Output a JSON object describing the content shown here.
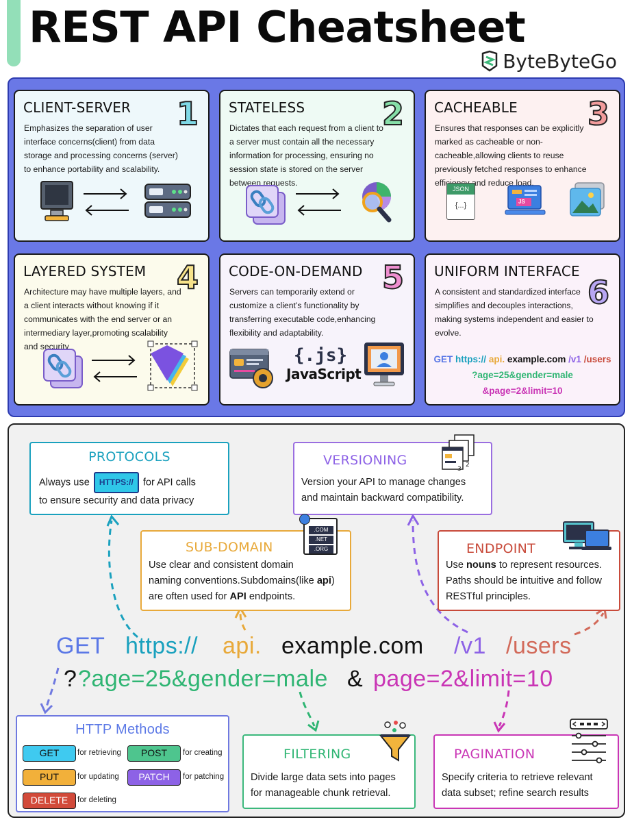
{
  "header": {
    "title": "REST API Cheatsheet",
    "brand": "ByteByteGo"
  },
  "principles": [
    {
      "num": "1",
      "title": "CLIENT-SERVER",
      "desc": "Emphasizes the separation of user interface concerns(client) from data storage and processing concerns (server) to enhance portability and scalability."
    },
    {
      "num": "2",
      "title": "STATELESS",
      "desc": "Dictates that each request from a client to a server must contain all the necessary information for processing, ensuring no session state is stored on the server between requests."
    },
    {
      "num": "3",
      "title": "CACHEABLE",
      "desc": "Ensures that responses can be explicitly marked as cacheable or non-cacheable,allowing clients to reuse previously fetched responses to enhance efficiency and reduce load."
    },
    {
      "num": "4",
      "title": "LAYERED SYSTEM",
      "desc": "Architecture may have multiple layers, and a client interacts without knowing if it communicates with the end server or an intermediary layer,promoting scalability and security"
    },
    {
      "num": "5",
      "title": "CODE-ON-DEMAND",
      "desc": "Servers can temporarily extend or customize a client’s functionality by transferring executable code,enhancing flexibility and adaptability."
    },
    {
      "num": "6",
      "title": "UNIFORM INTERFACE",
      "desc": "A consistent and standardized interface simplifies and decouples interactions, making systems independent and easier to evolve."
    }
  ],
  "icons": {
    "json_label": "JSON",
    "json_body": "{...}",
    "js_badge": "{.js}",
    "js_name": "JavaScript",
    "js_file": "JS",
    "https_pill": "HTTPS://",
    "com": ".COM",
    "net": ".NET",
    "org": ".ORG"
  },
  "uniform_uri": {
    "method": "GET",
    "scheme": "https://",
    "sub": "api.",
    "domain": "example.com",
    "version": "/v1",
    "resource": "/users",
    "query1": "?age=25&gender=male",
    "query2": "&page=2&limit=10"
  },
  "protocols": {
    "title": "PROTOCOLS",
    "pre": "Always use",
    "post": "for API calls",
    "line2": "to ensure security and data privacy"
  },
  "versioning": {
    "title": "VERSIONING",
    "line1": "Version your API to manage changes",
    "line2": "and maintain backward compatibility."
  },
  "subdomain": {
    "title": "SUB-DOMAIN",
    "line1": "Use clear and consistent domain",
    "line2": "naming conventions.Subdomains(like ",
    "bold1": "api",
    "line2_end": ")",
    "line3": "are often used for ",
    "bold2": "API",
    "line3_end": " endpoints."
  },
  "endpoint": {
    "title": "ENDPOINT",
    "l1_pre": "Use ",
    "l1_bold": "nouns",
    "l1_post": " to represent resources.",
    "line2": "Paths should be intuitive and follow",
    "line3": "RESTful principles."
  },
  "big_uri": {
    "method": "GET",
    "scheme": "https://",
    "sub": "api.",
    "domain": "example.com",
    "version": "/v1",
    "resource": "/users",
    "query": "?age=25&gender=male",
    "amp": "&",
    "paging": "page=2&limit=10"
  },
  "http_methods": {
    "title": "HTTP Methods",
    "items": [
      {
        "label": "GET",
        "desc": "for retrieving"
      },
      {
        "label": "POST",
        "desc": "for creating"
      },
      {
        "label": "PUT",
        "desc": "for updating"
      },
      {
        "label": "PATCH",
        "desc": "for patching"
      },
      {
        "label": "DELETE",
        "desc": "for deleting"
      }
    ]
  },
  "filtering": {
    "title": "FILTERING",
    "line1": "Divide large data sets into pages",
    "line2": "for manageable chunk retrieval."
  },
  "pagination": {
    "title": "PAGINATION",
    "line1": "Specify criteria to retrieve relevant",
    "line2": "data subset; refine search results"
  },
  "colors": {
    "blue": "#5b78e6",
    "cyan": "#1aa1be",
    "orange": "#e8a93a",
    "purple": "#8d62e6",
    "red": "#c84a3a",
    "green": "#2fb573",
    "magenta": "#c935b5"
  }
}
